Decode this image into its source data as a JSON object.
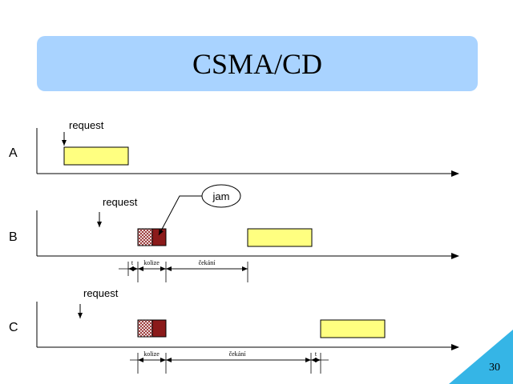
{
  "slide": {
    "title": "CSMA/CD",
    "page_number": "30"
  },
  "rows": [
    {
      "id": "A",
      "label": "A",
      "request_label": "request"
    },
    {
      "id": "B",
      "label": "B",
      "request_label": "request",
      "callout": "jam",
      "intervals": [
        "t",
        "kolize",
        "čekání"
      ]
    },
    {
      "id": "C",
      "label": "C",
      "request_label": "request",
      "intervals": [
        "kolize",
        "čekání",
        "t"
      ]
    }
  ],
  "colors": {
    "title_bg": "#a9d3ff",
    "frame": "#ffff80",
    "collision": "#8b1a1a",
    "corner": "#35b5e6"
  }
}
